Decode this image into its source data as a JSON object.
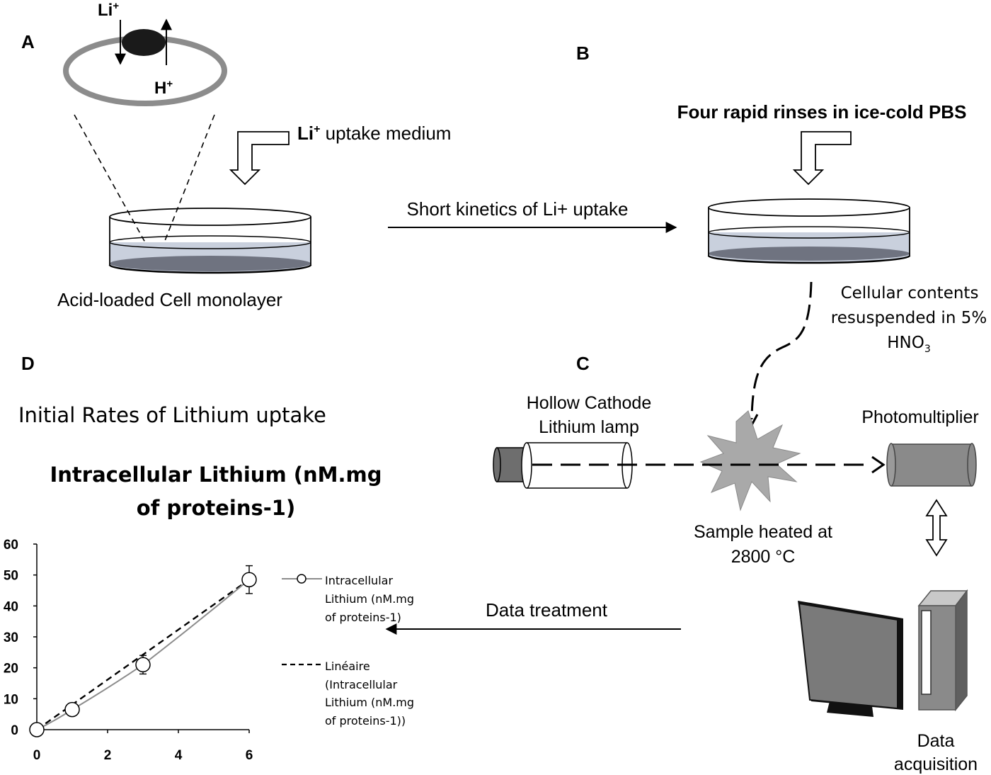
{
  "panels": {
    "a": "A",
    "b": "B",
    "c": "C",
    "d": "D"
  },
  "panel_a": {
    "ion_in": "Li",
    "ion_in_charge": "+",
    "ion_out": "H",
    "ion_out_charge": "+",
    "medium_ion": "Li",
    "medium_ion_charge": "+",
    "medium_text": " uptake medium",
    "dish_label": "Acid-loaded Cell monolayer"
  },
  "arrow_ab_label": "Short kinetics of Li+ uptake",
  "panel_b": {
    "rinse_label": "Four rapid rinses in ice-cold PBS",
    "contents_line1": "Cellular contents",
    "contents_line2": "resuspended in 5%",
    "contents_line3_main": "HNO",
    "contents_line3_sub": "3"
  },
  "panel_c": {
    "lamp_line1": "Hollow Cathode",
    "lamp_line2": "Lithium lamp",
    "detector_label": "Photomultiplier",
    "sample_line1": "Sample heated at",
    "sample_line2": "2800 °C",
    "acq_line1": "Data",
    "acq_line2": "acquisition"
  },
  "treatment_label": "Data treatment",
  "panel_d": {
    "heading": "Initial Rates of Lithium uptake"
  },
  "chart_data": {
    "type": "line",
    "title": "Intracellular Lithium (nM.mg of proteins-1)",
    "title_line1": "Intracellular Lithium (nM.mg",
    "title_line2": "of proteins-1)",
    "xlabel": "",
    "ylabel": "",
    "xlim": [
      0,
      6
    ],
    "ylim": [
      0,
      60
    ],
    "xticks": [
      0,
      2,
      4,
      6
    ],
    "yticks": [
      0,
      10,
      20,
      30,
      40,
      50,
      60
    ],
    "grid": false,
    "legend_position": "right",
    "series": [
      {
        "name": "Intracellular Lithium (nM.mg of proteins-1)",
        "legend_lines": [
          "Intracellular",
          "Lithium (nM.mg",
          "of proteins-1)"
        ],
        "style": "solid line with open circle markers",
        "x": [
          0,
          1,
          3,
          6
        ],
        "y": [
          0,
          6.5,
          21,
          48.5
        ],
        "error": [
          0,
          0.5,
          3,
          4.5
        ]
      },
      {
        "name": "Linéaire (Intracellular Lithium (nM.mg of proteins-1))",
        "legend_lines": [
          "Linéaire",
          "(Intracellular",
          "Lithium (nM.mg",
          "of proteins-1))"
        ],
        "style": "dashed trendline",
        "x": [
          0,
          6
        ],
        "y": [
          0,
          48.5
        ]
      }
    ]
  },
  "colors": {
    "ink": "#000000",
    "membrane": "#8c8c8c",
    "transporter": "#1a1a1a",
    "medium_fill": "#c9d0dd",
    "cell_layer": "#6f7380",
    "flame": "#a9a9a9",
    "lamp_cap": "#6e6e6e",
    "detector": "#8a8a8a",
    "monitor": "#7a7a7a",
    "series_line": "#8c8c8c"
  }
}
